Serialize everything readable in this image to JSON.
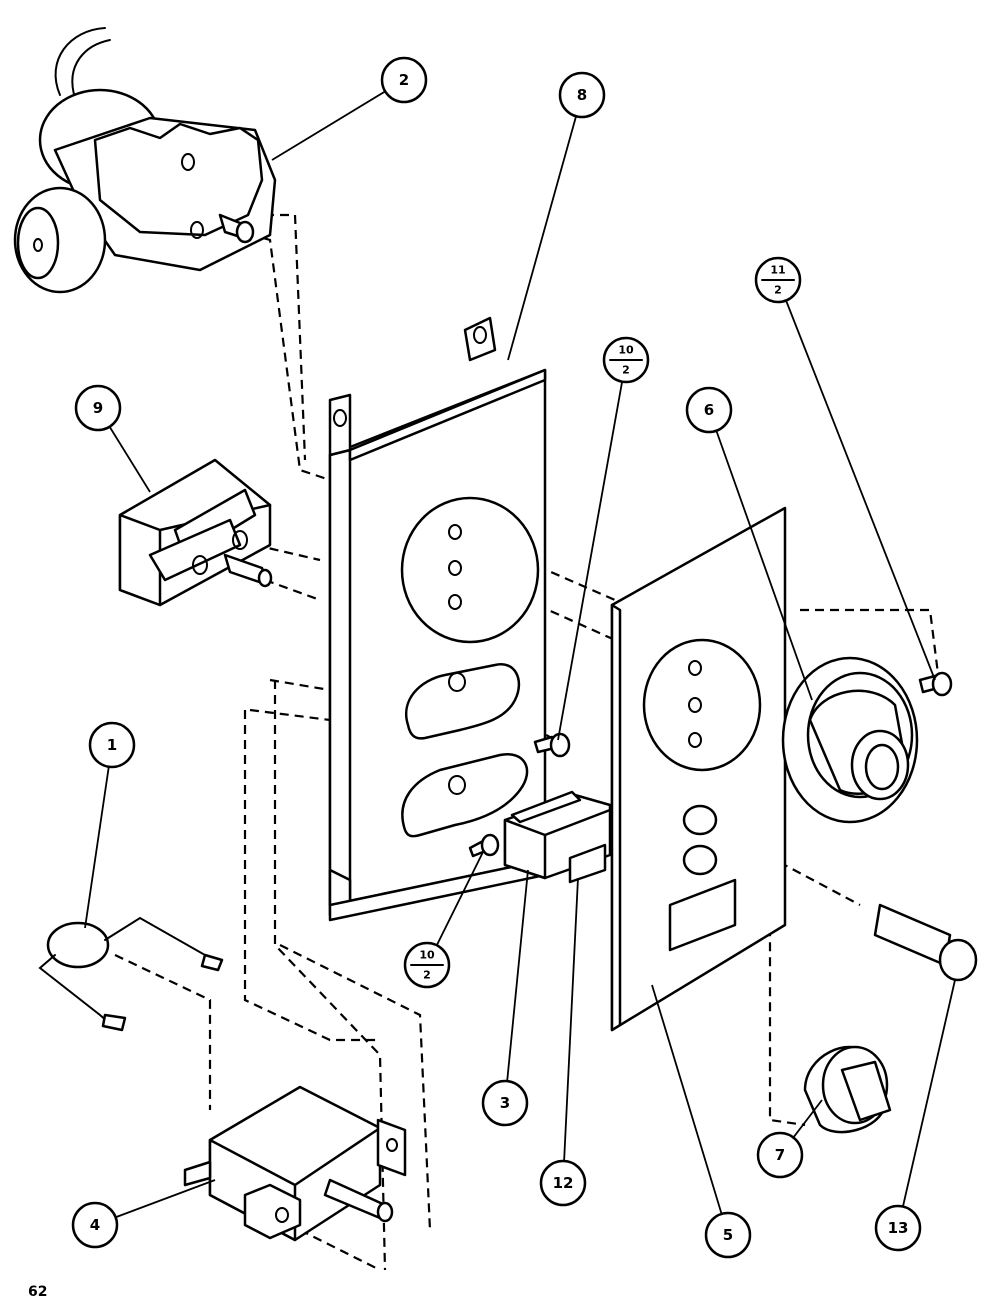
{
  "callouts": {
    "c1": "1",
    "c2": "2",
    "c3": "3",
    "c4": "4",
    "c5": "5",
    "c6": "6",
    "c7": "7",
    "c8": "8",
    "c9": "9",
    "c12": "12",
    "c13": "13",
    "f10a": {
      "top": "10",
      "bottom": "2"
    },
    "f10b": {
      "top": "10",
      "bottom": "2"
    },
    "f11": {
      "top": "11",
      "bottom": "2"
    }
  },
  "page_number": "62"
}
